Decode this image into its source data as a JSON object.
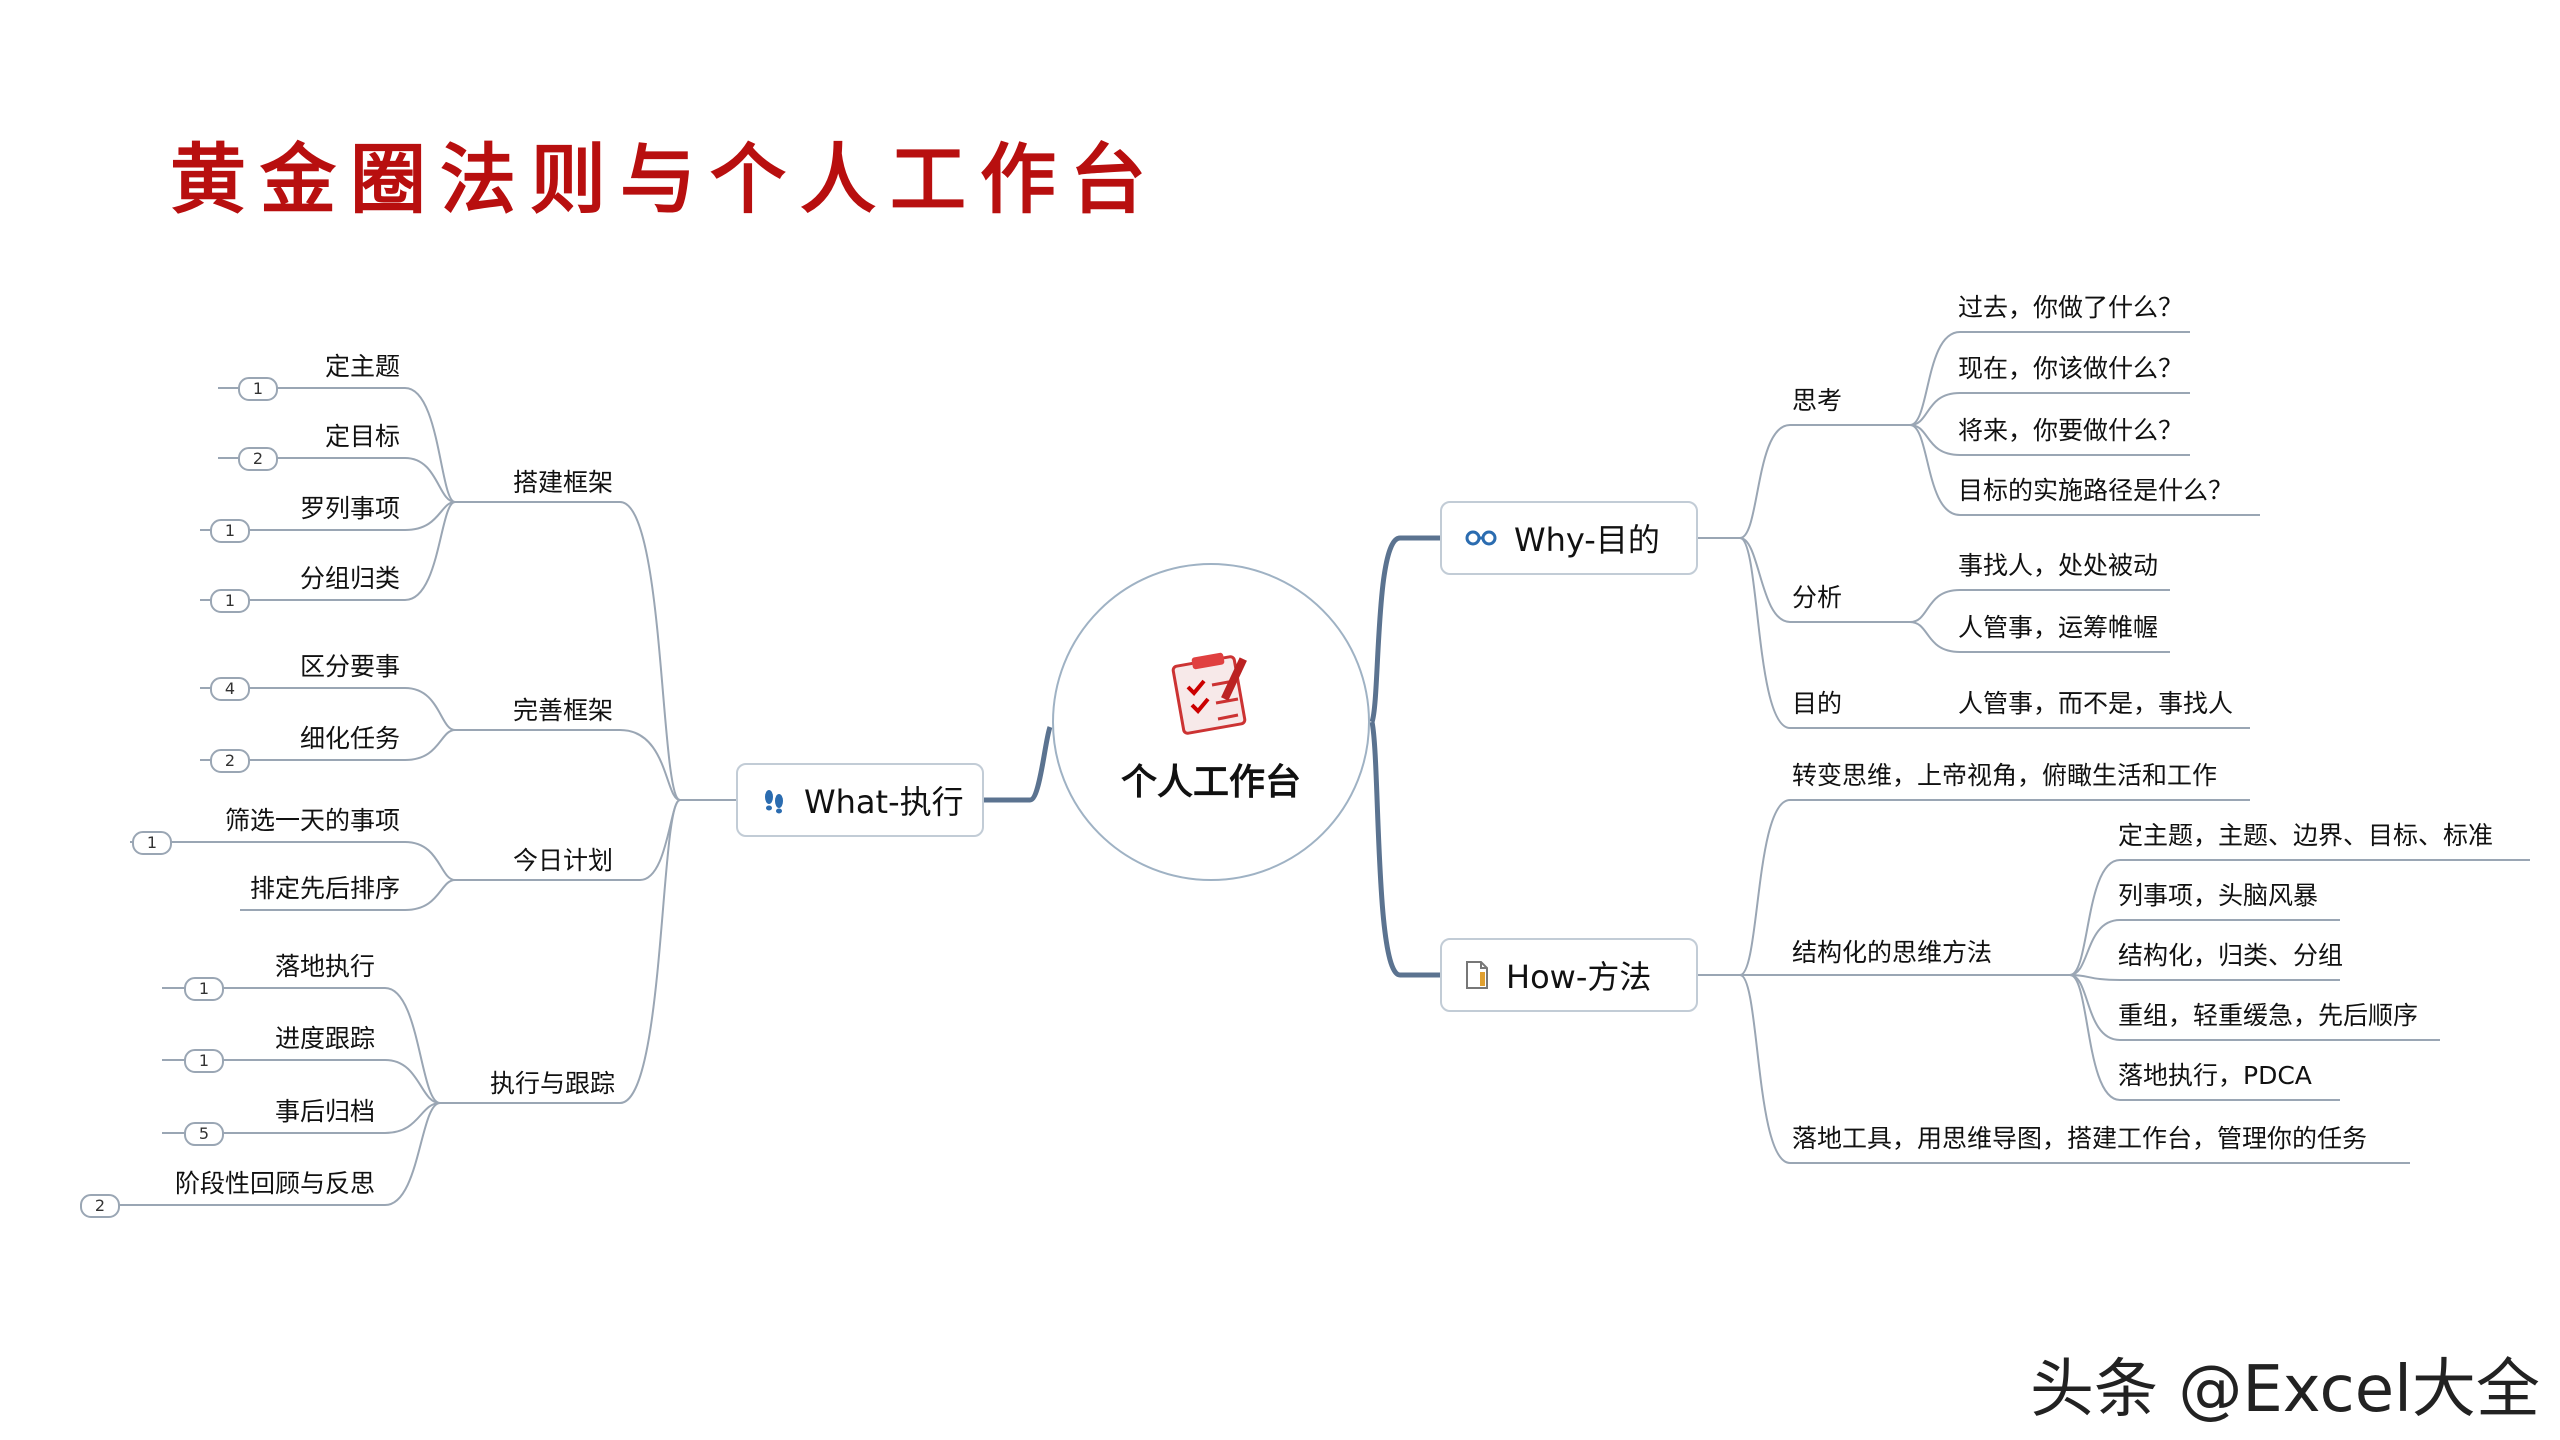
{
  "title": "黄金圈法则与个人工作台",
  "center": {
    "label": "个人工作台",
    "icon": "checklist-icon"
  },
  "what": {
    "label": "What-执行",
    "icon": "footprints-icon",
    "groups": [
      {
        "label": "搭建框架",
        "items": [
          {
            "label": "定主题",
            "badge": "1"
          },
          {
            "label": "定目标",
            "badge": "2"
          },
          {
            "label": "罗列事项",
            "badge": "1"
          },
          {
            "label": "分组归类",
            "badge": "1"
          }
        ]
      },
      {
        "label": "完善框架",
        "items": [
          {
            "label": "区分要事",
            "badge": "4"
          },
          {
            "label": "细化任务",
            "badge": "2"
          }
        ]
      },
      {
        "label": "今日计划",
        "items": [
          {
            "label": "筛选一天的事项",
            "badge": "1"
          },
          {
            "label": "排定先后排序",
            "badge": ""
          }
        ]
      },
      {
        "label": "执行与跟踪",
        "items": [
          {
            "label": "落地执行",
            "badge": "1"
          },
          {
            "label": "进度跟踪",
            "badge": "1"
          },
          {
            "label": "事后归档",
            "badge": "5"
          },
          {
            "label": "阶段性回顾与反思",
            "badge": "2"
          }
        ]
      }
    ]
  },
  "why": {
    "label": "Why-目的",
    "icon": "glasses-icon",
    "groups": [
      {
        "label": "思考",
        "items": [
          "过去，你做了什么？",
          "现在，你该做什么？",
          "将来，你要做什么？",
          "目标的实施路径是什么？"
        ]
      },
      {
        "label": "分析",
        "items": [
          "事找人，处处被动",
          "人管事，运筹帷幄"
        ]
      },
      {
        "label": "目的",
        "items": [
          "人管事，而不是，事找人"
        ]
      }
    ]
  },
  "how": {
    "label": "How-方法",
    "icon": "document-icon",
    "items": [
      {
        "label": "转变思维，上帝视角，俯瞰生活和工作",
        "children": []
      },
      {
        "label": "结构化的思维方法",
        "children": [
          "定主题，主题、边界、目标、标准",
          "列事项，头脑风暴",
          "结构化，归类、分组",
          "重组，轻重缓急，先后顺序",
          "落地执行，PDCA"
        ]
      },
      {
        "label": "落地工具，用思维导图，搭建工作台，管理你的任务",
        "children": []
      }
    ]
  },
  "watermark": "头条 @Excel大全",
  "colors": {
    "title": "#b80f0f",
    "line": "#9aa6b4",
    "main_link": "#5b7390"
  }
}
